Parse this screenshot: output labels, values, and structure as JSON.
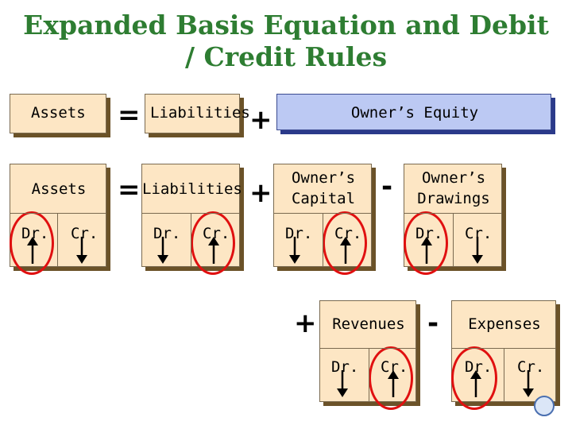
{
  "title": {
    "line1": "Expanded Basis Equation and Debit",
    "line2": "/ Credit Rules"
  },
  "row1": {
    "assets": "Assets",
    "equals": "=",
    "liabilities": "Liabilities",
    "plus": "+",
    "owners_equity": "Owner’s Equity"
  },
  "row2": {
    "assets": "Assets",
    "equals": "=",
    "liabilities": "Liabilities",
    "plus": "+",
    "capital_line1": "Owner’s",
    "capital_line2": "Capital",
    "minus": "-",
    "drawings_line1": "Owner’s",
    "drawings_line2": "Drawings"
  },
  "row3": {
    "plus": "+",
    "revenues": "Revenues",
    "minus": "-",
    "expenses": "Expenses"
  },
  "dr": "Dr.",
  "cr": "Cr.",
  "arrow_directions": {
    "assets": {
      "dr": "up",
      "cr": "down",
      "normal": "dr"
    },
    "liabilities": {
      "dr": "down",
      "cr": "up",
      "normal": "cr"
    },
    "capital": {
      "dr": "down",
      "cr": "up",
      "normal": "cr"
    },
    "drawings": {
      "dr": "up",
      "cr": "down",
      "normal": "dr"
    },
    "revenues": {
      "dr": "down",
      "cr": "up",
      "normal": "cr"
    },
    "expenses": {
      "dr": "up",
      "cr": "down",
      "normal": "dr"
    }
  },
  "colors": {
    "title": "#2e7d32",
    "tan_box": "#fde6c4",
    "equity_box": "#bcc9f3",
    "highlight_ring": "#e01010"
  }
}
